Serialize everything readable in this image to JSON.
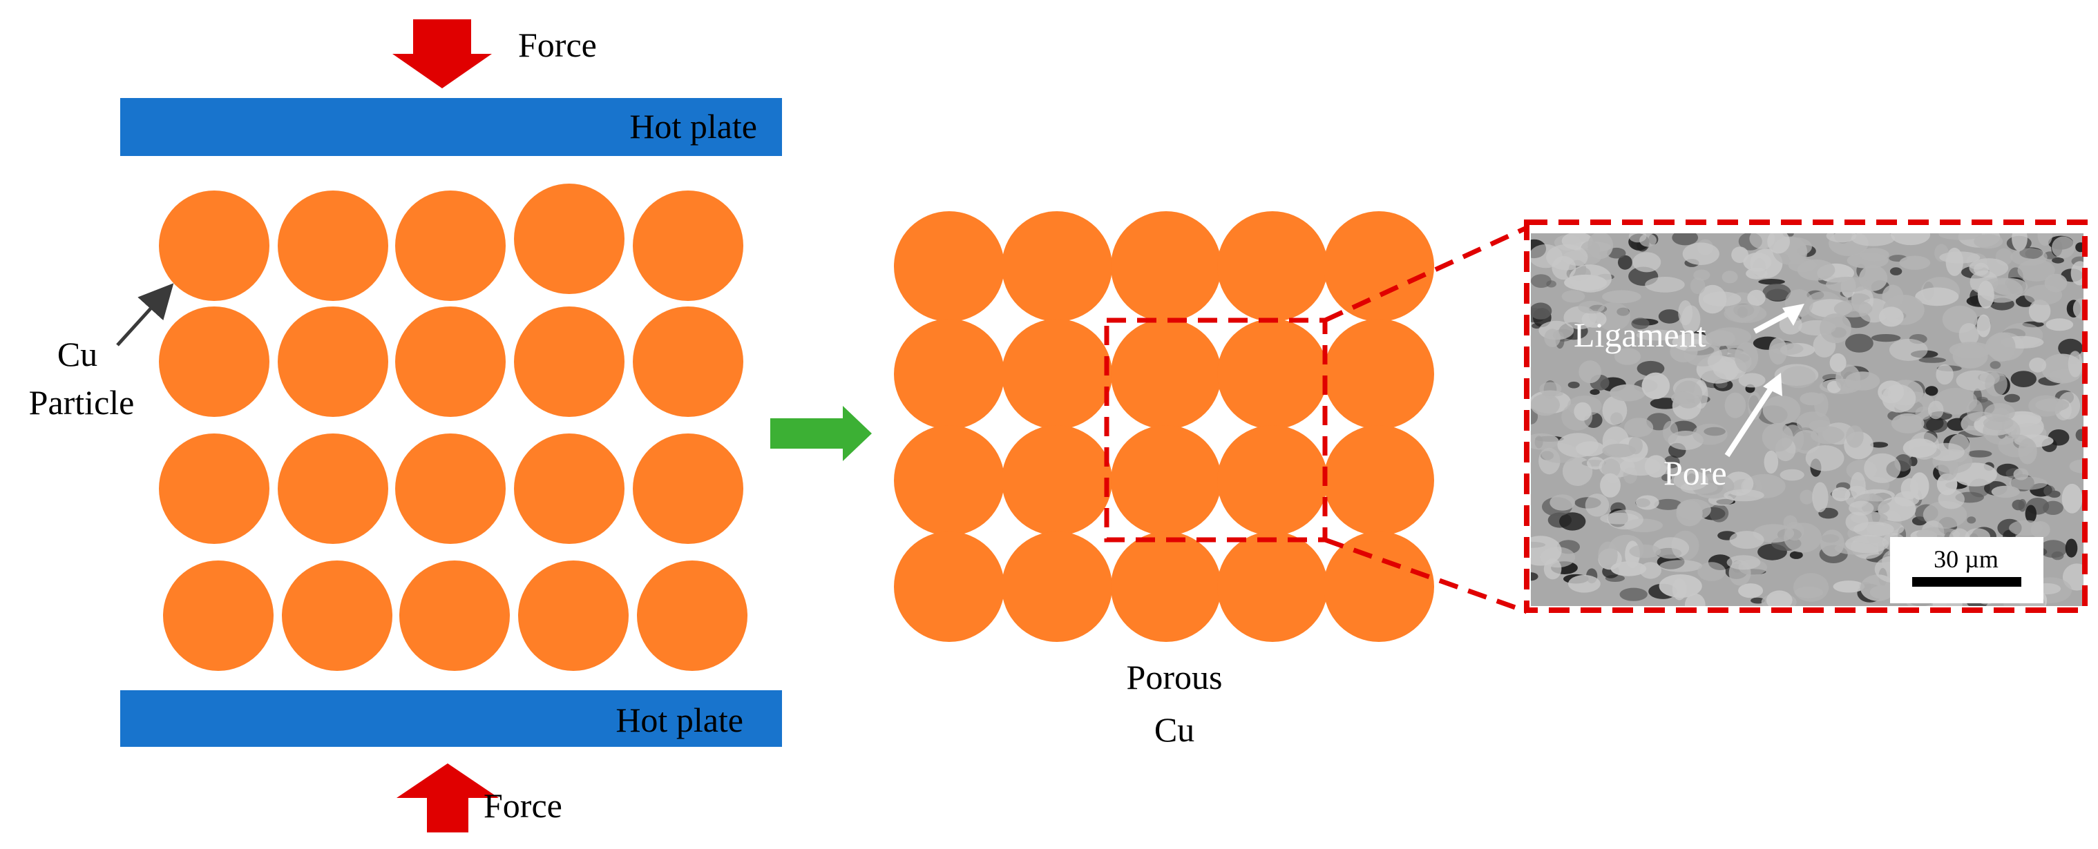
{
  "labels": {
    "force_top": "Force",
    "force_bottom": "Force",
    "hot_plate_top": "Hot plate",
    "hot_plate_bottom": "Hot plate",
    "cu_particle_line1": "Cu",
    "cu_particle_line2": "Particle",
    "porous_cu_line1": "Porous",
    "porous_cu_line2": "Cu",
    "ligament": "Ligament",
    "pore": "Pore",
    "scale_bar": "30 µm"
  },
  "colors": {
    "particle": "#FF7F27",
    "hot_plate": "#1874CD",
    "force_arrow": "#E00000",
    "process_arrow": "#3CB034",
    "zoom_box": "#E00000",
    "sem_background": "#A9A9A9"
  },
  "icons": {
    "force_top": "arrow-down-icon",
    "force_bottom": "arrow-up-icon",
    "process": "arrow-right-icon"
  }
}
